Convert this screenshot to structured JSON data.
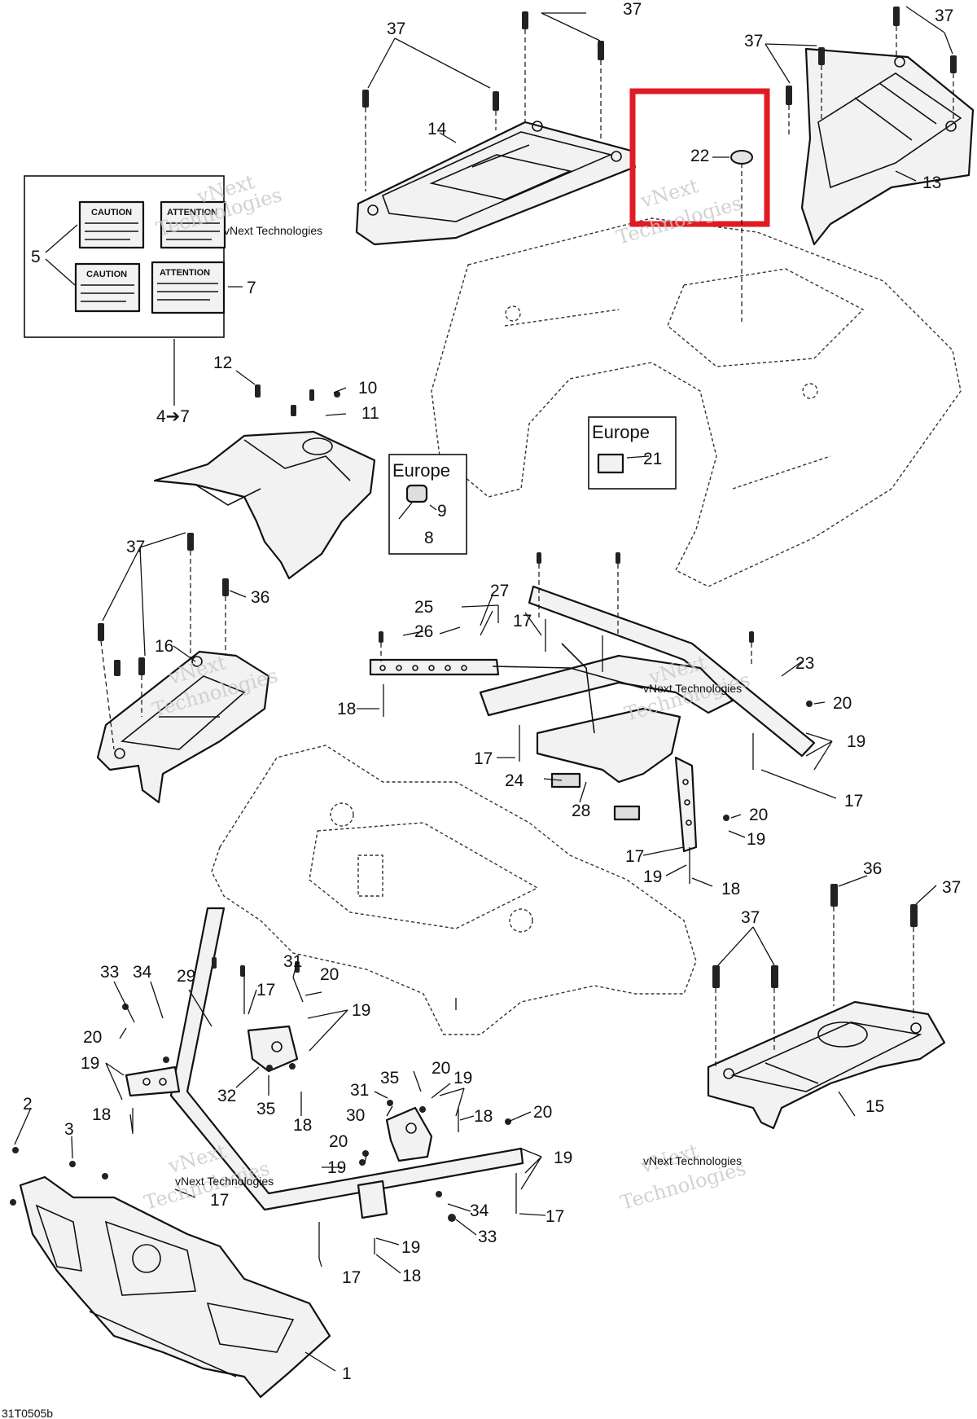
{
  "diagram_code": "31T0505b",
  "region_label_1": "Europe",
  "region_label_2": "Europe",
  "sticker_titles": [
    "CAUTION",
    "ATTENTION",
    "CAUTION",
    "ATTENTION"
  ],
  "watermark_line1": "vNext",
  "watermark_line2": "Technologies",
  "watermark_full": "vNext Technologies",
  "arrow_label": "4➔7",
  "highlight_color": "#e01b24",
  "callouts": {
    "n1": "1",
    "n2": "2",
    "n3": "3",
    "n5": "5",
    "n7": "7",
    "n8": "8",
    "n9": "9",
    "n10": "10",
    "n11": "11",
    "n12": "12",
    "n13": "13",
    "n14": "14",
    "n15": "15",
    "n16": "16",
    "n17": "17",
    "n18": "18",
    "n19": "19",
    "n20": "20",
    "n21": "21",
    "n22": "22",
    "n23": "23",
    "n24": "24",
    "n25": "25",
    "n26": "26",
    "n27": "27",
    "n28": "28",
    "n29": "29",
    "n30": "30",
    "n31": "31",
    "n32": "32",
    "n33": "33",
    "n34": "34",
    "n35": "35",
    "n36": "36",
    "n37": "37"
  }
}
